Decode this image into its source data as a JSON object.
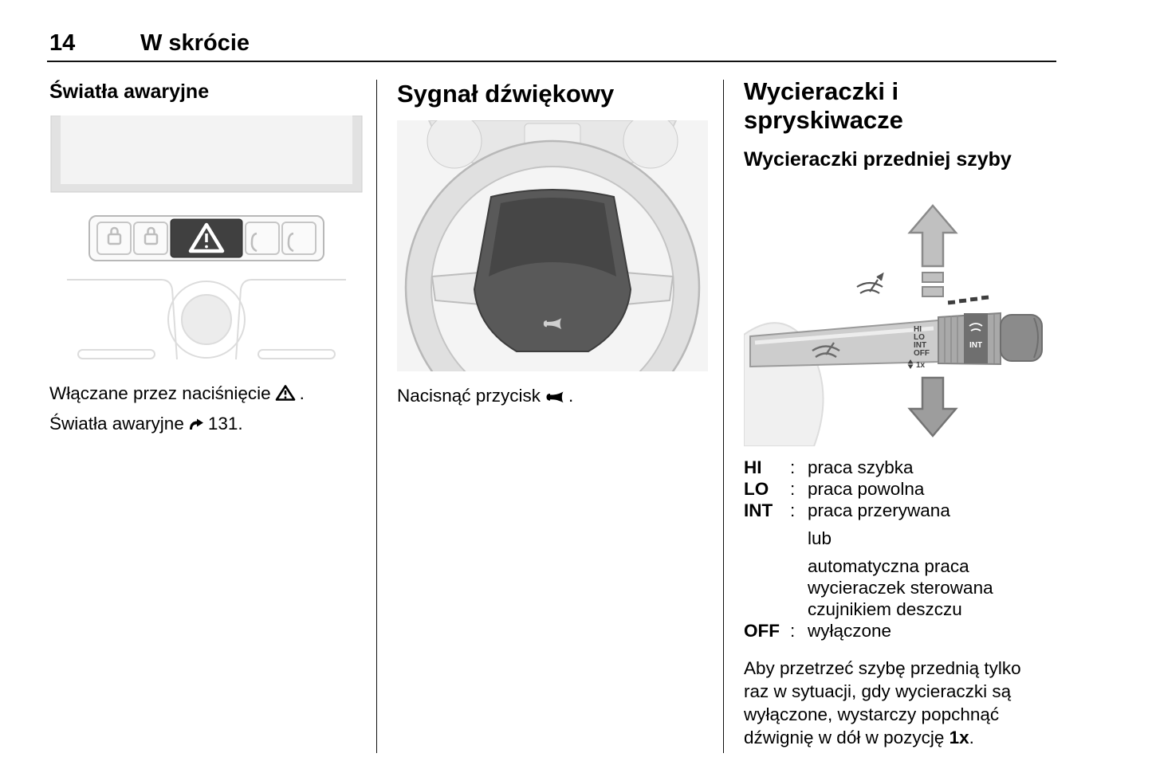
{
  "header": {
    "page_number": "14",
    "section_title": "W skrócie"
  },
  "left": {
    "title": "Światła awaryjne",
    "caption_line1_pre": "Włączane przez naciśnięcie",
    "caption_line1_post": ".",
    "caption_line2_pre": "Światła awaryjne",
    "caption_line2_ref": "131",
    "caption_line2_post": "."
  },
  "middle": {
    "title": "Sygnał dźwiękowy",
    "caption_pre": "Nacisnąć przycisk",
    "caption_post": "."
  },
  "right": {
    "title": "Wycieraczki i spryskiwacze",
    "subtitle": "Wycieraczki przedniej szyby",
    "legend": [
      {
        "key": "HI",
        "colon": ":",
        "text": "praca szybka"
      },
      {
        "key": "LO",
        "colon": ":",
        "text": "praca powolna"
      },
      {
        "key": "INT",
        "colon": ":",
        "text": "praca przerywana"
      },
      {
        "key": "",
        "colon": "",
        "text": "lub"
      },
      {
        "key": "",
        "colon": "",
        "text": "automatyczna praca wycieraczek sterowana czujnikiem deszczu"
      },
      {
        "key": "OFF",
        "colon": ":",
        "text": "wyłączone"
      }
    ],
    "paragraph_pre": "Aby przetrzeć szybę przednią tylko raz w sytuacji, gdy wycieraczki są wyłączone, wystarczy popchnąć dźwignię w dół w pozycję ",
    "paragraph_bold": "1x",
    "paragraph_post": "."
  },
  "stalk_labels": {
    "hi": "HI",
    "lo": "LO",
    "int": "INT",
    "off": "OFF",
    "once": "1x",
    "knob_int": "INT"
  },
  "icons": {
    "hazard": "hazard-warning-triangle",
    "page_ref": "page-reference-arrow",
    "horn": "horn"
  },
  "colors": {
    "text": "#000000",
    "rule": "#111111",
    "hazard_button_bg": "#404040"
  }
}
